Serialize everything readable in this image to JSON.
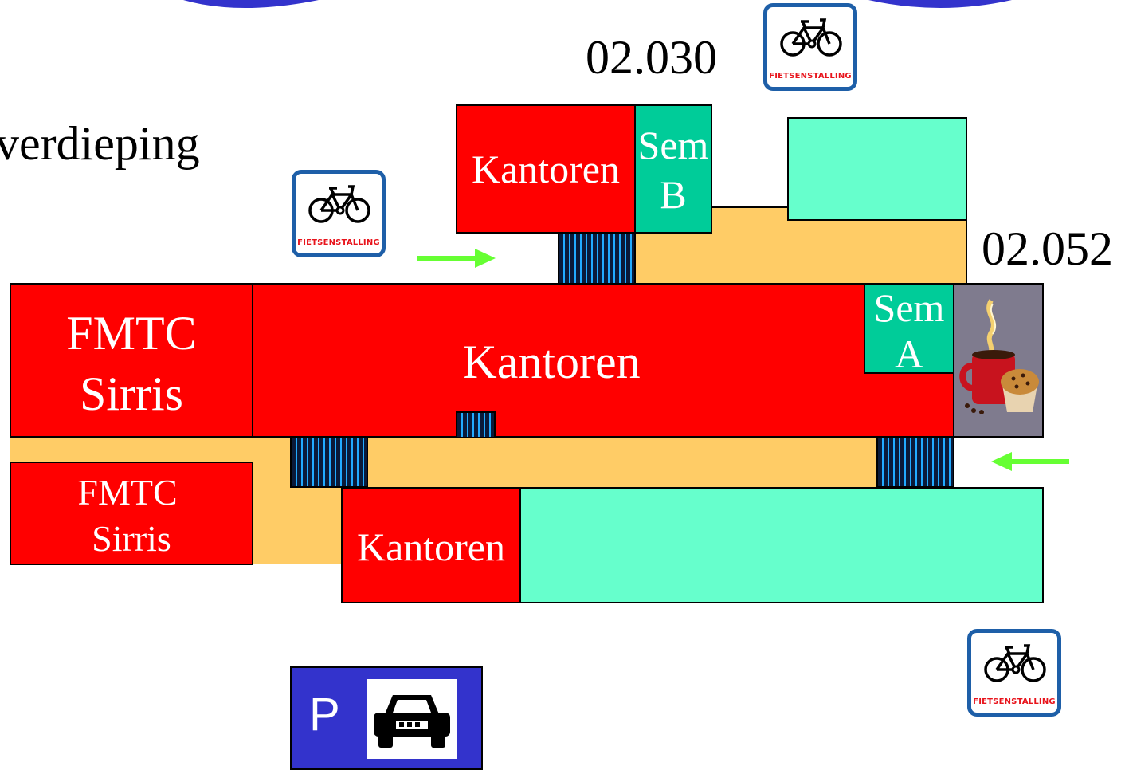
{
  "floor_title": "verdieping",
  "room_numbers": {
    "top": "02.030",
    "right": "02.052"
  },
  "rooms": {
    "kantoren_top": "Kantoren",
    "sem_b_line1": "Sem",
    "sem_b_line2": "B",
    "kantoren_main": "Kantoren",
    "sem_a_line1": "Sem",
    "sem_a_line2": "A",
    "fmtc_upper_line1": "FMTC",
    "fmtc_upper_line2": "Sirris",
    "fmtc_lower_line1": "FMTC",
    "fmtc_lower_line2": "Sirris",
    "kantoren_bottom": "Kantoren"
  },
  "bike_sign_caption": "FIETSENSTALLING",
  "parking_label": "P",
  "colors": {
    "office": "#ff0000",
    "seminar": "#00cc99",
    "open_area": "#66ffcc",
    "corridor": "#ffcc66",
    "arrow": "#66ff33",
    "sign_border": "#1e5fa8",
    "parking_bg": "#3333cc"
  },
  "icons": [
    "bicycle-icon",
    "arrow-right-icon",
    "arrow-left-icon",
    "coffee-icon",
    "car-icon"
  ]
}
